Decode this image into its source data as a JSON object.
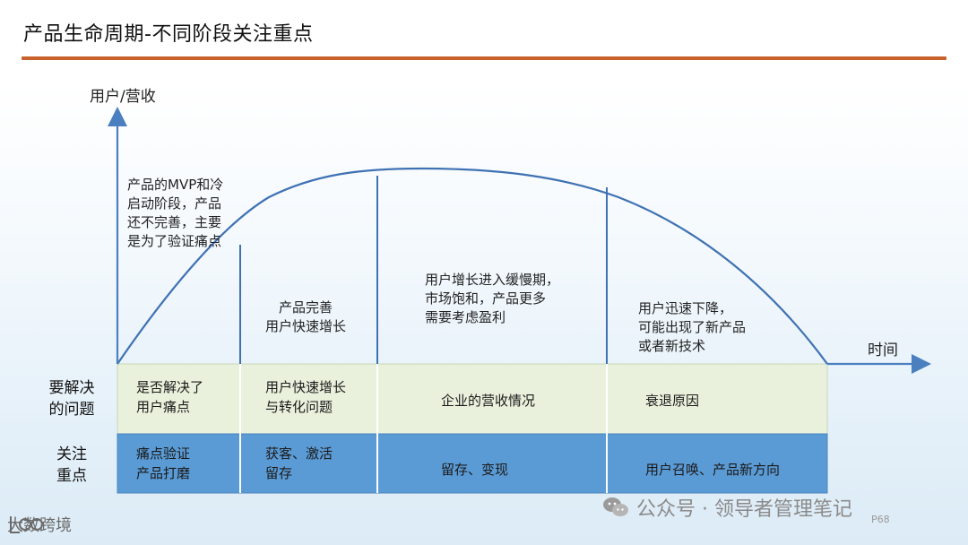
{
  "title": "产品生命周期-不同阶段关注重点",
  "axis": {
    "y_label": "用户/营收",
    "x_label": "时间"
  },
  "stages": [
    {
      "curve_note": [
        "产品的MVP和冷",
        "启动阶段，产品",
        "还不完善，主要",
        "是为了验证痛点"
      ],
      "problem": [
        "是否解决了",
        "用户痛点"
      ],
      "focus": [
        "痛点验证",
        "产品打磨"
      ]
    },
    {
      "curve_note": [
        "产品完善",
        "用户快速增长"
      ],
      "problem": [
        "用户快速增长",
        "与转化问题"
      ],
      "focus": [
        "获客、激活",
        "留存"
      ]
    },
    {
      "curve_note": [
        "用户增长进入缓慢期，",
        "市场饱和，产品更多",
        "需要考虑盈利"
      ],
      "problem": [
        "企业的营收情况"
      ],
      "focus": [
        "留存、变现"
      ]
    },
    {
      "curve_note": [
        "用户迅速下降，",
        "可能出现了新产品",
        "或者新技术"
      ],
      "problem": [
        "衰退原因"
      ],
      "focus": [
        "用户召唤、产品新方向"
      ]
    }
  ],
  "row_labels": {
    "problem": [
      "要解决",
      "的问题"
    ],
    "focus": [
      "关注",
      "重点"
    ]
  },
  "colors": {
    "accent_rule": "#c9612a",
    "axis": "#4a7fc0",
    "problem_row": "#e9f1dc",
    "focus_row": "#5b9bd5"
  },
  "footer": {
    "brand_left": "大数跨境",
    "watermark": "公众号 · 领导者管理笔记",
    "page": "P68"
  }
}
